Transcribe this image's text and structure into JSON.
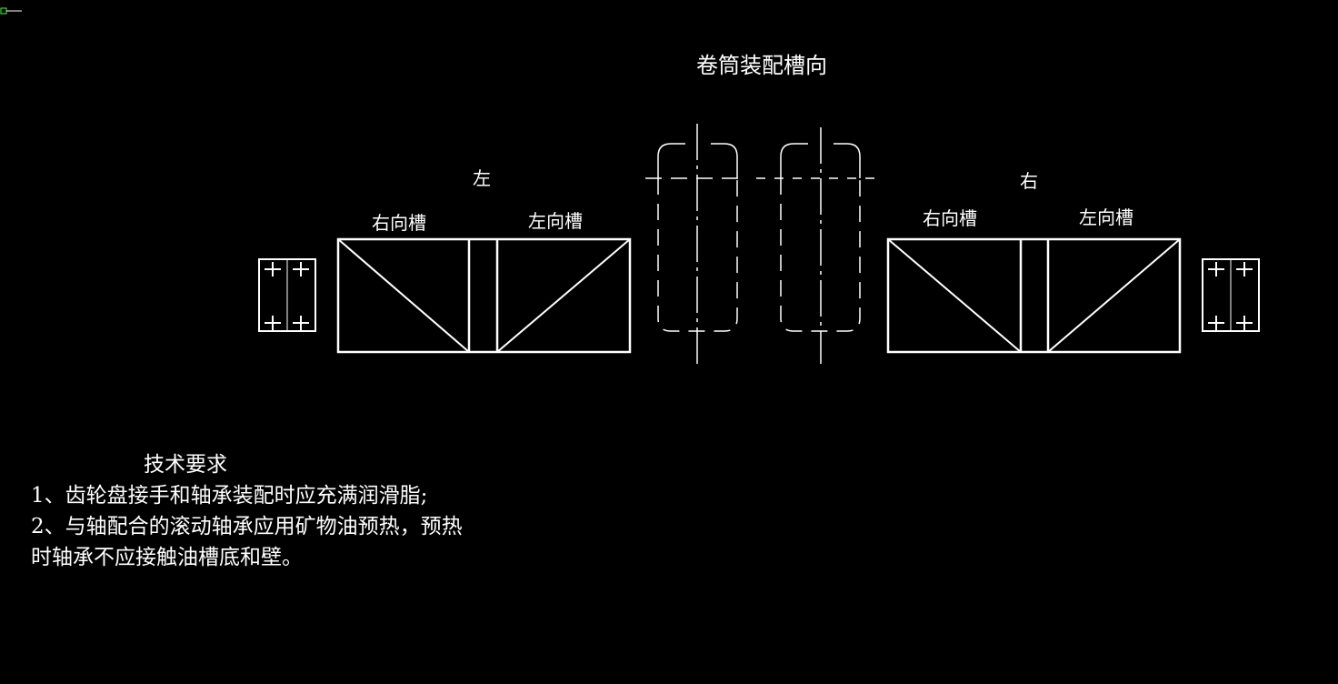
{
  "drawing": {
    "title": "卷筒装配槽向",
    "left_side_label": "左",
    "right_side_label": "右",
    "left_group": {
      "slot_a_label": "右向槽",
      "slot_b_label": "左向槽"
    },
    "right_group": {
      "slot_a_label": "右向槽",
      "slot_b_label": "左向槽"
    },
    "colors": {
      "background": "#000000",
      "lines": "#ffffff",
      "corner_marker": "#3cff3c"
    }
  },
  "requirements": {
    "title": "技术要求",
    "items": [
      "1、齿轮盘接手和轴承装配时应充满润滑脂;",
      "2、与轴配合的滚动轴承应用矿物油预热，预热时轴承不应接触油槽底和壁。"
    ]
  }
}
